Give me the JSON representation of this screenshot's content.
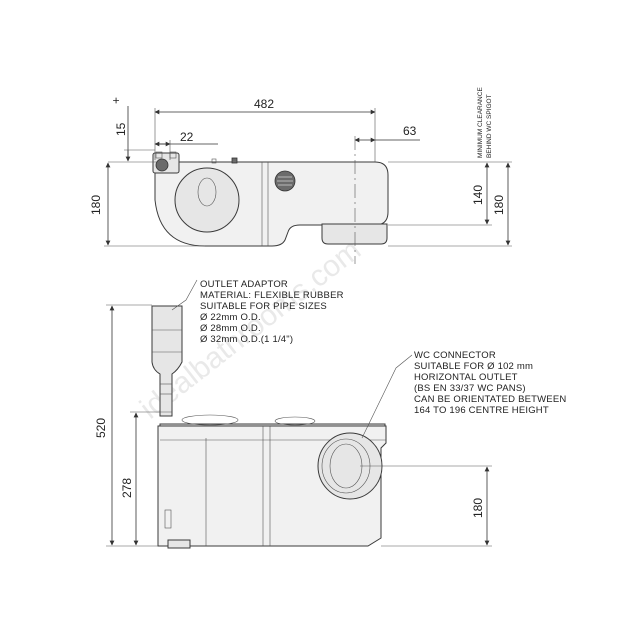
{
  "top_view": {
    "dim_width": "482",
    "dim_offset": "63",
    "dim_plus": "+",
    "dim_15": "15",
    "dim_22": "22",
    "dim_180_left": "180",
    "dim_140": "140",
    "dim_180_right": "180",
    "clearance_note": [
      "MINIMUM CLEARANCE",
      "BEHIND WC SPIGOT"
    ]
  },
  "front_view": {
    "dim_520": "520",
    "dim_278": "278",
    "dim_180": "180",
    "outlet_adaptor_note": [
      "OUTLET ADAPTOR",
      "MATERIAL: FLEXIBLE RUBBER",
      "SUITABLE FOR PIPE SIZES",
      "Ø 22mm O.D.",
      "Ø 28mm O.D.",
      "Ø 32mm O.D.(1 1/4\")"
    ],
    "wc_connector_note": [
      "WC CONNECTOR",
      "SUITABLE FOR Ø 102 mm",
      "HORIZONTAL OUTLET",
      "(BS EN 33/37 WC PANS)",
      "CAN BE ORIENTATED BETWEEN",
      "164 TO 196 CENTRE HEIGHT"
    ]
  },
  "watermark": "idealbathrooms.com"
}
